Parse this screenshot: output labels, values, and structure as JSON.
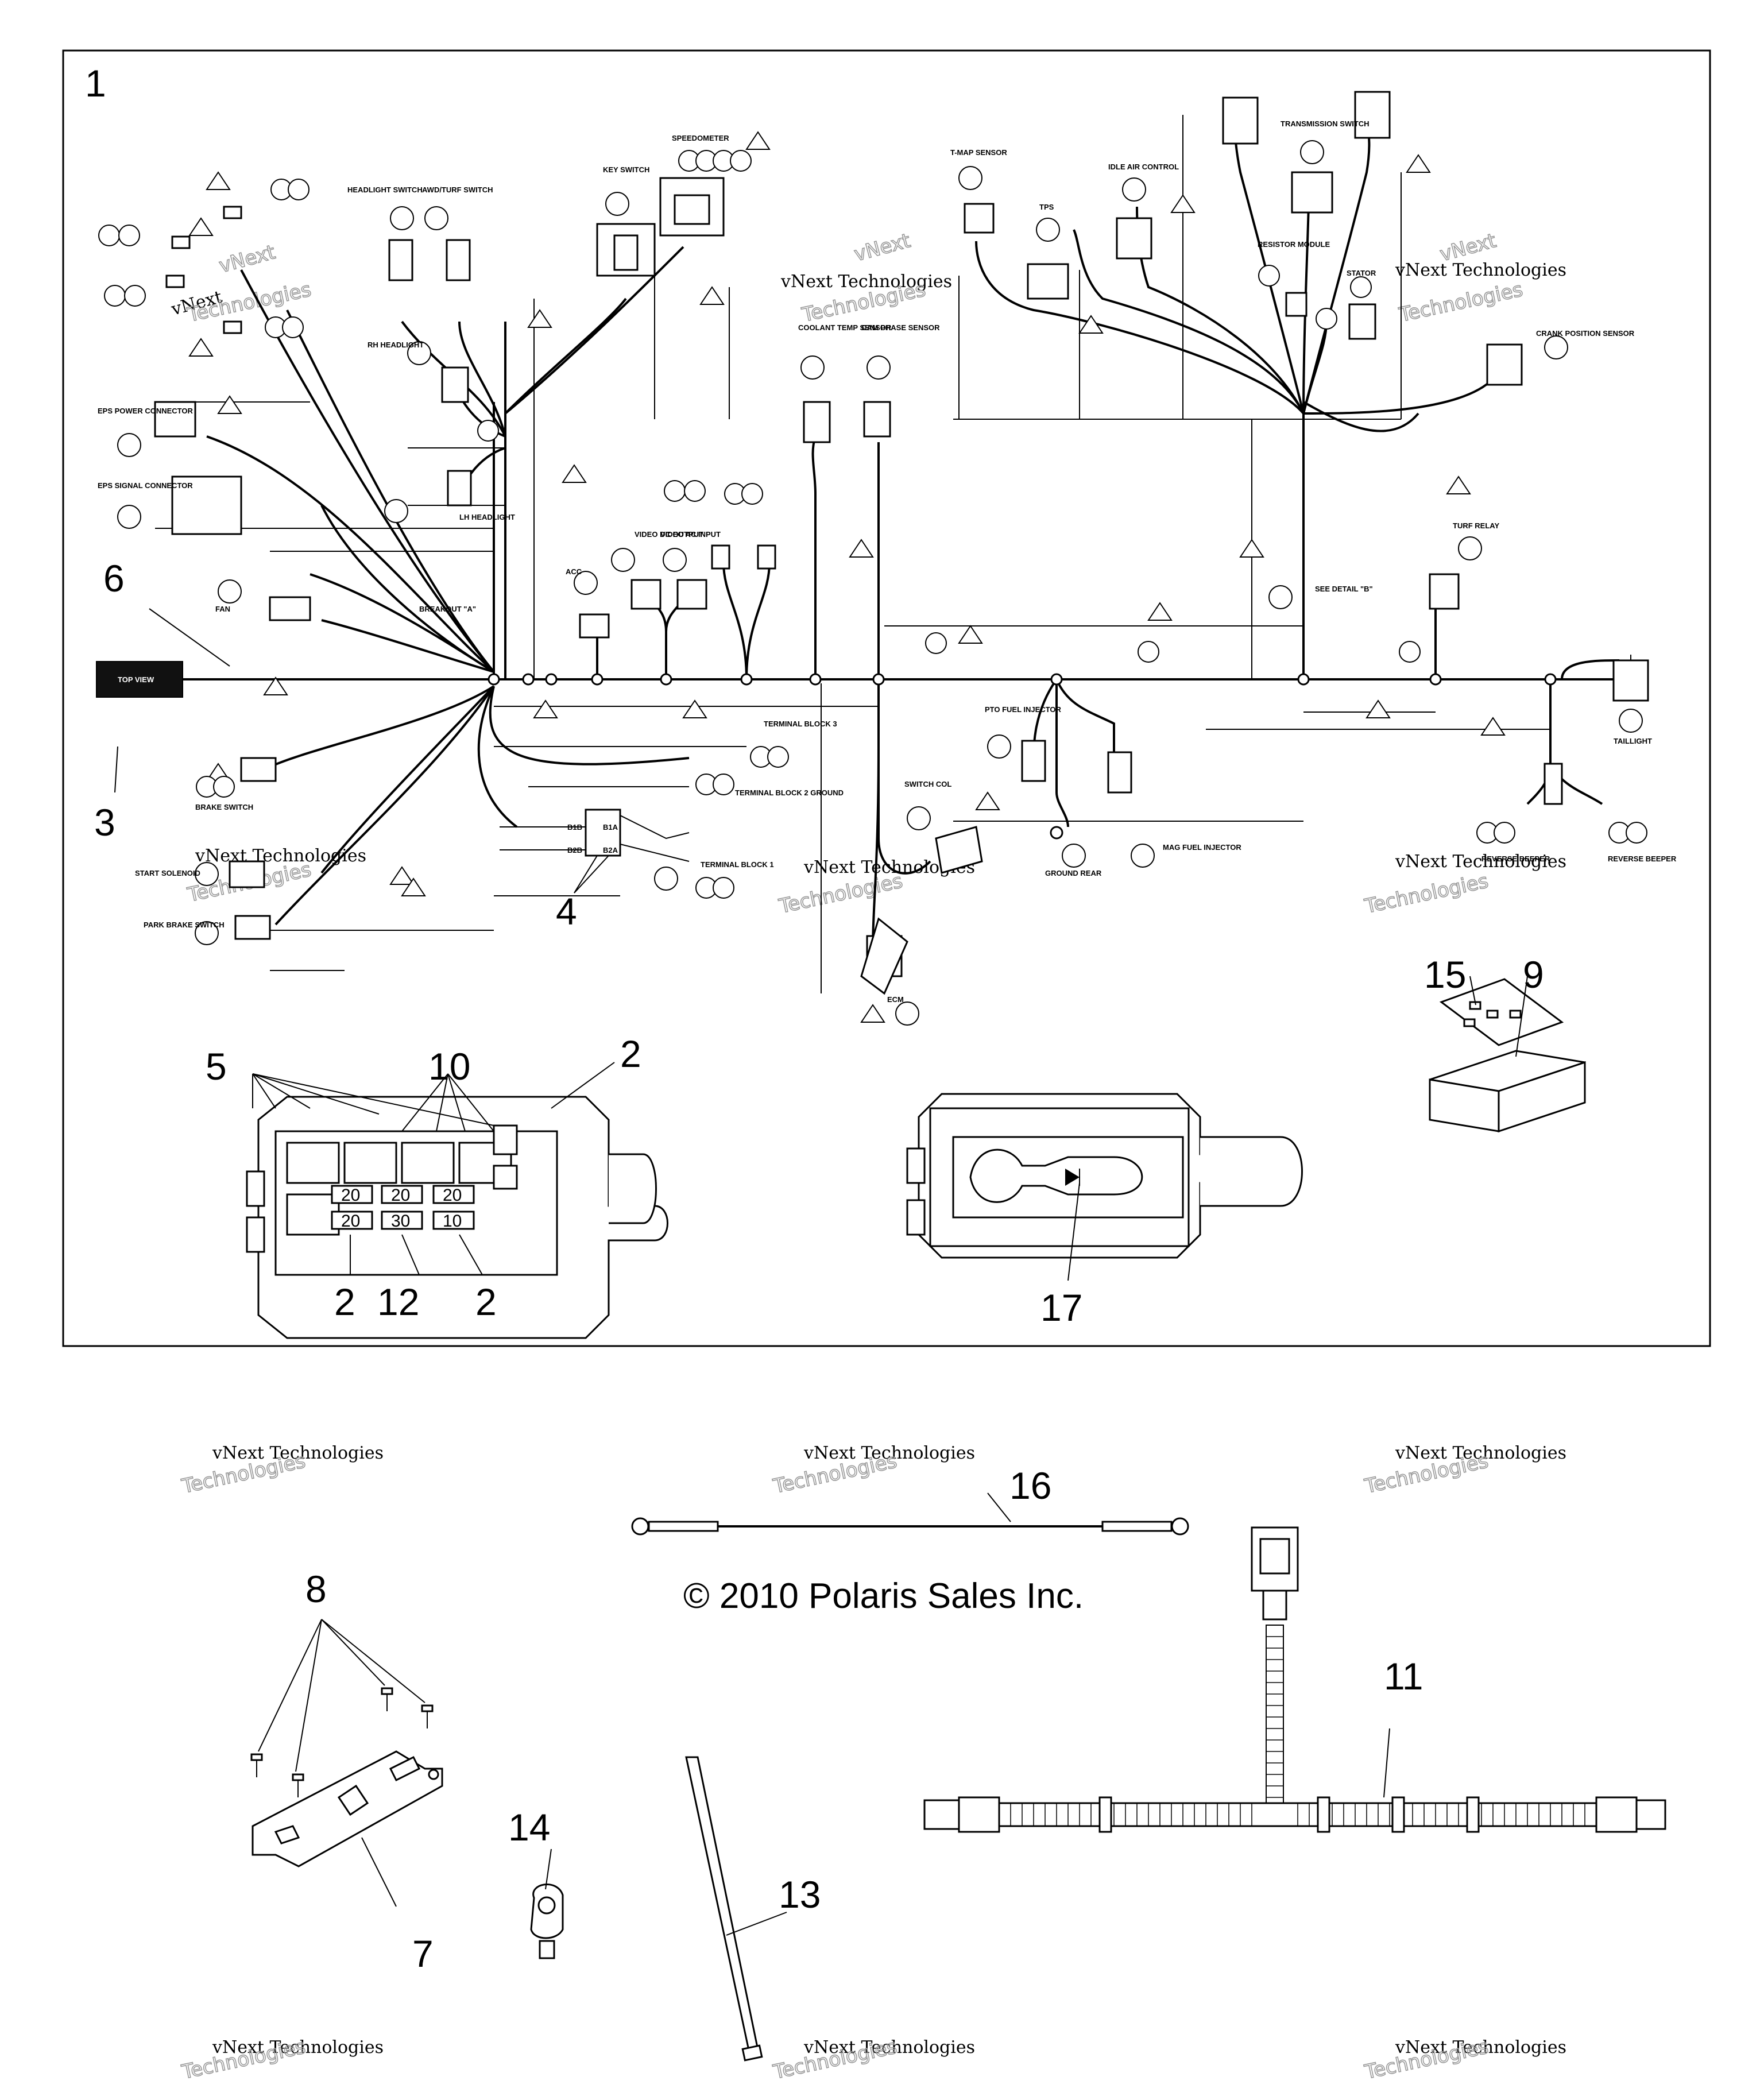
{
  "diagram": {
    "copyright": "© 2010 Polaris Sales Inc.",
    "watermark_brand": "vNext",
    "watermark_text": "Technologies",
    "callouts": [
      "1",
      "2",
      "2",
      "2",
      "3",
      "4",
      "5",
      "6",
      "7",
      "8",
      "9",
      "10",
      "11",
      "12",
      "13",
      "14",
      "15",
      "16",
      "17"
    ],
    "fuse_ratings": [
      "20",
      "20",
      "20",
      "20",
      "30",
      "10"
    ],
    "connector_labels": {
      "top_view": "TOP VIEW",
      "headlight_switch": "HEADLIGHT SWITCH",
      "awd_turf_switch": "AWD/TURF SWITCH",
      "key_switch": "KEY SWITCH",
      "speedometer": "SPEEDOMETER",
      "tmap_sensor": "T-MAP SENSOR",
      "idle_air_control": "IDLE AIR CONTROL",
      "transmission_switch": "TRANSMISSION SWITCH",
      "tps": "TPS",
      "resistor_module": "RESISTOR MODULE",
      "stator": "STATOR",
      "crank_position_sensor": "CRANK POSITION SENSOR",
      "eps_power_connector": "EPS POWER CONNECTOR",
      "eps_signal_connector": "EPS SIGNAL CONNECTOR",
      "fan": "FAN",
      "rh_headlight": "RH HEADLIGHT",
      "lh_headlight": "LH HEADLIGHT",
      "coolant_temp_sensor": "COOLANT TEMP SENSOR",
      "cam_phase_sensor": "CAM PHASE SENSOR",
      "turf_relay": "TURF RELAY",
      "taillight": "TAILLIGHT",
      "brake_switch": "BRAKE SWITCH",
      "start_solenoid": "START SOLENOID",
      "park_brake_switch": "PARK BRAKE SWITCH",
      "switch_col": "SWITCH COL",
      "ecm": "ECM",
      "pto_fuel_injector": "PTO FUEL INJECTOR",
      "mag_fuel_injector": "MAG FUEL INJECTOR",
      "ground_rear": "GROUND REAR",
      "reverse_beeper": "REVERSE BEEPER",
      "breakout_a": "BREAKOUT \"A\"",
      "see_detail_b": "SEE DETAIL \"B\"",
      "terminal_block_3": "TERMINAL BLOCK 3",
      "terminal_block_2": "TERMINAL BLOCK 2 GROUND",
      "terminal_block_1": "TERMINAL BLOCK 1",
      "accy": "ACC",
      "video_dc_output": "VIDEO DC OUTPUT",
      "video_ac_input": "VIDEO AC INPUT"
    },
    "relay_terminals": [
      "B1B",
      "B1A",
      "B2B",
      "B2A"
    ]
  }
}
